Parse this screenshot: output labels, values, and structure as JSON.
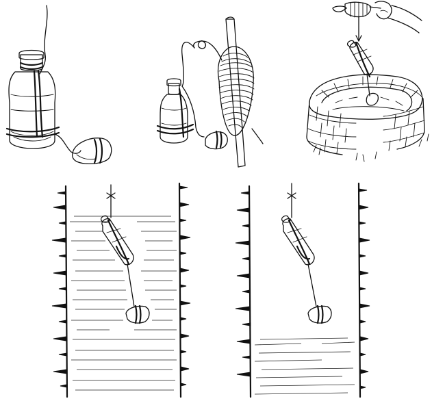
{
  "figure": {
    "panels": [
      {
        "id": "bottle-with-stone",
        "icon": "bottle-tied-to-stone-icon"
      },
      {
        "id": "wrapped-on-stick",
        "icon": "rope-wound-on-stick-icon"
      },
      {
        "id": "lowering-into-well",
        "icon": "lowering-bottle-into-well-icon"
      },
      {
        "id": "bottle-submerged",
        "icon": "bottle-submerged-in-well-water-icon"
      },
      {
        "id": "bottle-filled",
        "icon": "bottle-filled-below-water-line-icon"
      }
    ],
    "colors": {
      "ink": "#111111",
      "paper": "#ffffff"
    }
  }
}
